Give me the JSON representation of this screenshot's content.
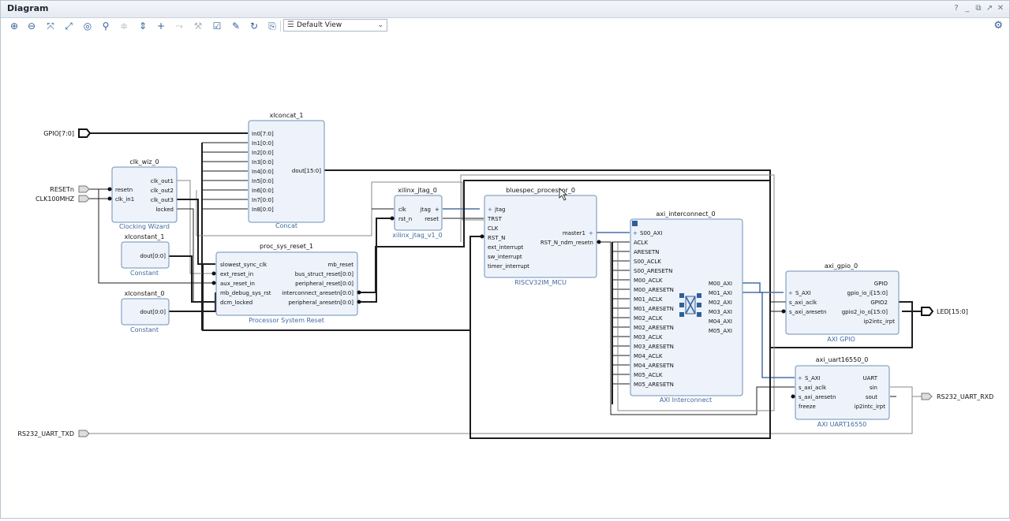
{
  "window": {
    "title": "Diagram",
    "controls": [
      "?",
      "_",
      "⧉",
      "↗",
      "✕"
    ]
  },
  "toolbar": {
    "view_select": "Default View"
  },
  "ports": {
    "gpio_in": "GPIO[7:0]",
    "resetn": "RESETn",
    "clk100": "CLK100MHZ",
    "uart_txd": "RS232_UART_TXD",
    "led": "LED[15:0]",
    "uart_rxd": "RS232_UART_RXD"
  },
  "blocks": {
    "xlconcat": {
      "name": "xlconcat_1",
      "type": "Concat",
      "pins_in": [
        "In0[7:0]",
        "In1[0:0]",
        "In2[0:0]",
        "In3[0:0]",
        "In4[0:0]",
        "In5[0:0]",
        "In6[0:0]",
        "In7[0:0]",
        "In8[0:0]"
      ],
      "pin_out": "dout[15:0]"
    },
    "clk_wiz": {
      "name": "clk_wiz_0",
      "type": "Clocking Wizard",
      "pins_in": [
        "resetn",
        "clk_in1"
      ],
      "pins_out": [
        "clk_out1",
        "clk_out2",
        "clk_out3",
        "locked"
      ]
    },
    "xlconst1": {
      "name": "xlconstant_1",
      "type": "Constant",
      "pin_out": "dout[0:0]"
    },
    "xlconst0": {
      "name": "xlconstant_0",
      "type": "Constant",
      "pin_out": "dout[0:0]"
    },
    "jtag": {
      "name": "xilinx_jtag_0",
      "type": "xilinx_jtag_v1_0",
      "pins_in": [
        "clk",
        "rst_n"
      ],
      "pins_out": [
        "jtag",
        "reset"
      ]
    },
    "psr": {
      "name": "proc_sys_reset_1",
      "type": "Processor System Reset",
      "pins_in": [
        "slowest_sync_clk",
        "ext_reset_in",
        "aux_reset_in",
        "mb_debug_sys_rst",
        "dcm_locked"
      ],
      "pins_out": [
        "mb_reset",
        "bus_struct_reset[0:0]",
        "peripheral_reset[0:0]",
        "interconnect_aresetn[0:0]",
        "peripheral_aresetn[0:0]"
      ]
    },
    "cpu": {
      "name": "bluespec_processor_0",
      "type": "RISCV32IM_MCU",
      "pins_in": [
        "jtag",
        "TRST",
        "CLK",
        "RST_N",
        "ext_interrupt",
        "sw_interrupt",
        "timer_interrupt"
      ],
      "pins_out": [
        "master1",
        "RST_N_ndm_resetn"
      ]
    },
    "ic": {
      "name": "axi_interconnect_0",
      "type": "AXI Interconnect",
      "pins_in": [
        "S00_AXI",
        "ACLK",
        "ARESETN",
        "S00_ACLK",
        "S00_ARESETN",
        "M00_ACLK",
        "M00_ARESETN",
        "M01_ACLK",
        "M01_ARESETN",
        "M02_ACLK",
        "M02_ARESETN",
        "M03_ACLK",
        "M03_ARESETN",
        "M04_ACLK",
        "M04_ARESETN",
        "M05_ACLK",
        "M05_ARESETN"
      ],
      "pins_out": [
        "M00_AXI",
        "M01_AXI",
        "M02_AXI",
        "M03_AXI",
        "M04_AXI",
        "M05_AXI"
      ]
    },
    "gpio": {
      "name": "axi_gpio_0",
      "type": "AXI GPIO",
      "pins_in": [
        "S_AXI",
        "s_axi_aclk",
        "s_axi_aresetn"
      ],
      "pins_out": [
        "GPIO",
        "gpio_io_i[15:0]",
        "GPIO2",
        "gpio2_io_o[15:0]",
        "ip2intc_irpt"
      ]
    },
    "uart": {
      "name": "axi_uart16550_0",
      "type": "AXI UART16550",
      "pins_in": [
        "S_AXI",
        "s_axi_aclk",
        "s_axi_aresetn",
        "freeze"
      ],
      "pins_out": [
        "UART",
        "sin",
        "sout",
        "ip2intc_irpt"
      ]
    }
  }
}
